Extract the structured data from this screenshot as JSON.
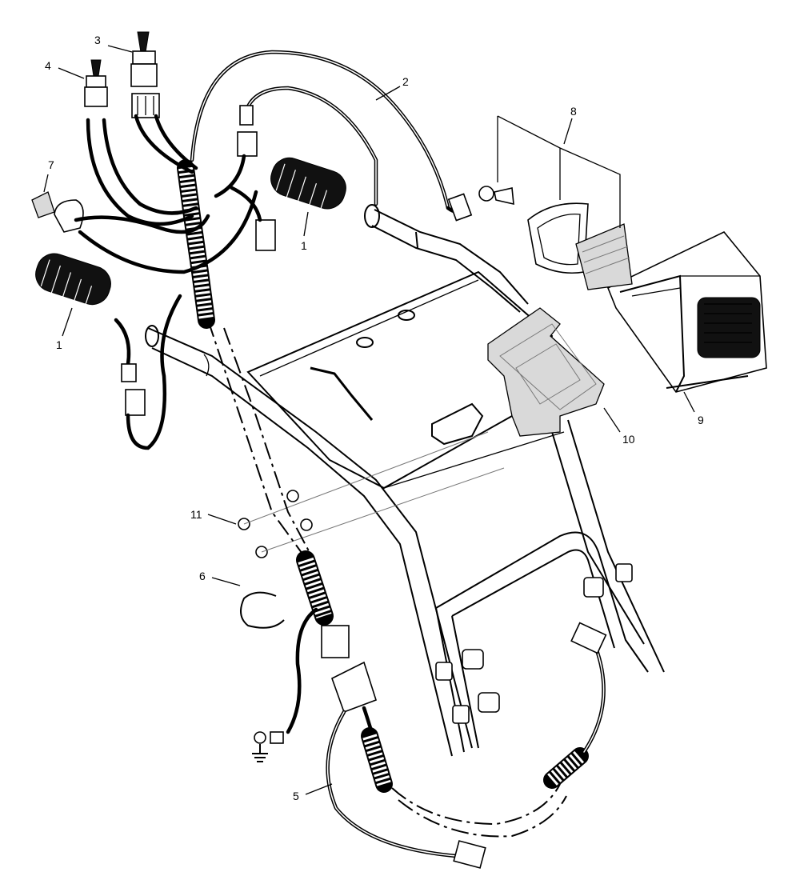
{
  "callouts": {
    "c1a": "1",
    "c1b": "1",
    "c2": "2",
    "c3": "3",
    "c4": "4",
    "c5": "5",
    "c6": "6",
    "c7": "7",
    "c8": "8",
    "c9": "9",
    "c10": "10",
    "c11": "11"
  },
  "icons": {
    "ground": "ground-symbol-icon"
  },
  "colors": {
    "line": "#000000",
    "background": "#ffffff"
  }
}
